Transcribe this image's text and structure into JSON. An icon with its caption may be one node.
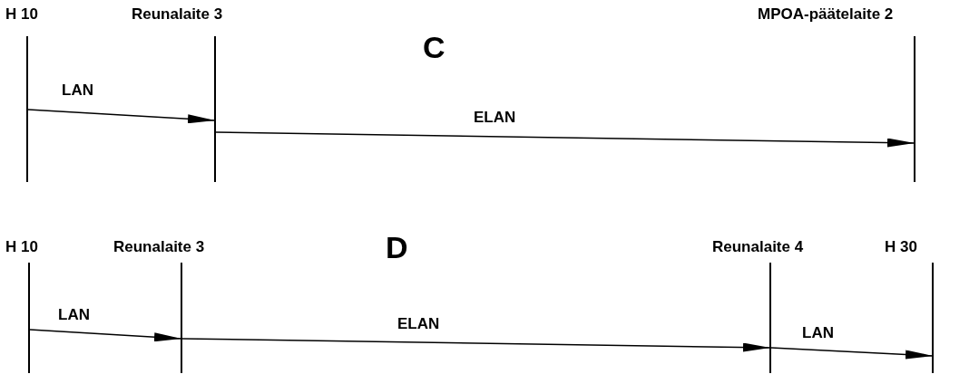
{
  "diagram": {
    "nodes": [
      {
        "text": [
          "H 10"
        ]
      },
      {
        "text": [
          "Reunalaite 3"
        ]
      },
      {
        "text": [
          "MPOA-päätelaite 2"
        ]
      },
      {
        "text": [
          "H 10"
        ]
      },
      {
        "text": [
          "Reunalaite 3"
        ]
      },
      {
        "text": [
          "Reunalaite 4"
        ]
      },
      {
        "text": [
          "H 30"
        ]
      }
    ],
    "edges": [
      {
        "from": 0,
        "to": 1,
        "arrow": "to",
        "label": "LAN"
      },
      {
        "from": 1,
        "to": 2,
        "arrow": "to",
        "label": "ELAN"
      },
      {
        "from": 3,
        "to": 4,
        "arrow": "to",
        "label": "LAN"
      },
      {
        "from": 4,
        "to": 5,
        "arrow": "to",
        "label": "ELAN"
      },
      {
        "from": 5,
        "to": 6,
        "arrow": "to",
        "label": "LAN"
      }
    ],
    "labels": [
      "C",
      "D"
    ]
  }
}
